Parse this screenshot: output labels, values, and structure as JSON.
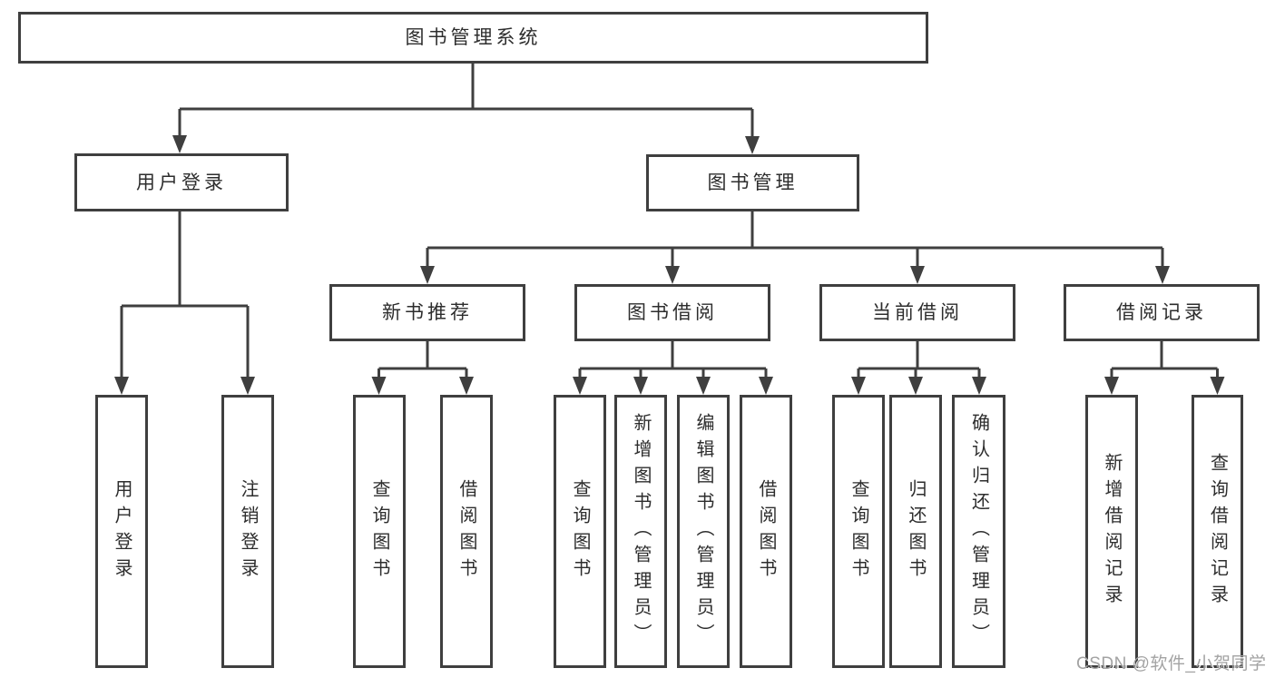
{
  "diagram_type": "hierarchy-tree",
  "tree": {
    "root": "图书管理系统",
    "user_login": {
      "label": "用户登录",
      "children": {
        "login": "用户登录",
        "logout": "注销登录"
      }
    },
    "book_mgmt": {
      "label": "图书管理",
      "children": {
        "new_book_rec": {
          "label": "新书推荐",
          "children": {
            "query": "查询图书",
            "borrow": "借阅图书"
          }
        },
        "book_borrow": {
          "label": "图书借阅",
          "children": {
            "query": "查询图书",
            "add": "新增图书（管理员）",
            "edit": "编辑图书（管理员）",
            "borrow": "借阅图书"
          }
        },
        "current_borrow": {
          "label": "当前借阅",
          "children": {
            "query": "查询图书",
            "return": "归还图书",
            "confirm": "确认归还（管理员）"
          }
        },
        "borrow_record": {
          "label": "借阅记录",
          "children": {
            "add": "新增借阅记录",
            "query": "查询借阅记录"
          }
        }
      }
    }
  },
  "watermark": {
    "text": "CSDN @软件_小贺同学"
  },
  "colors": {
    "line": "#3f3f3f",
    "text": "#2d2d2d",
    "watermark": "#a3a3a3",
    "background": "#ffffff"
  }
}
